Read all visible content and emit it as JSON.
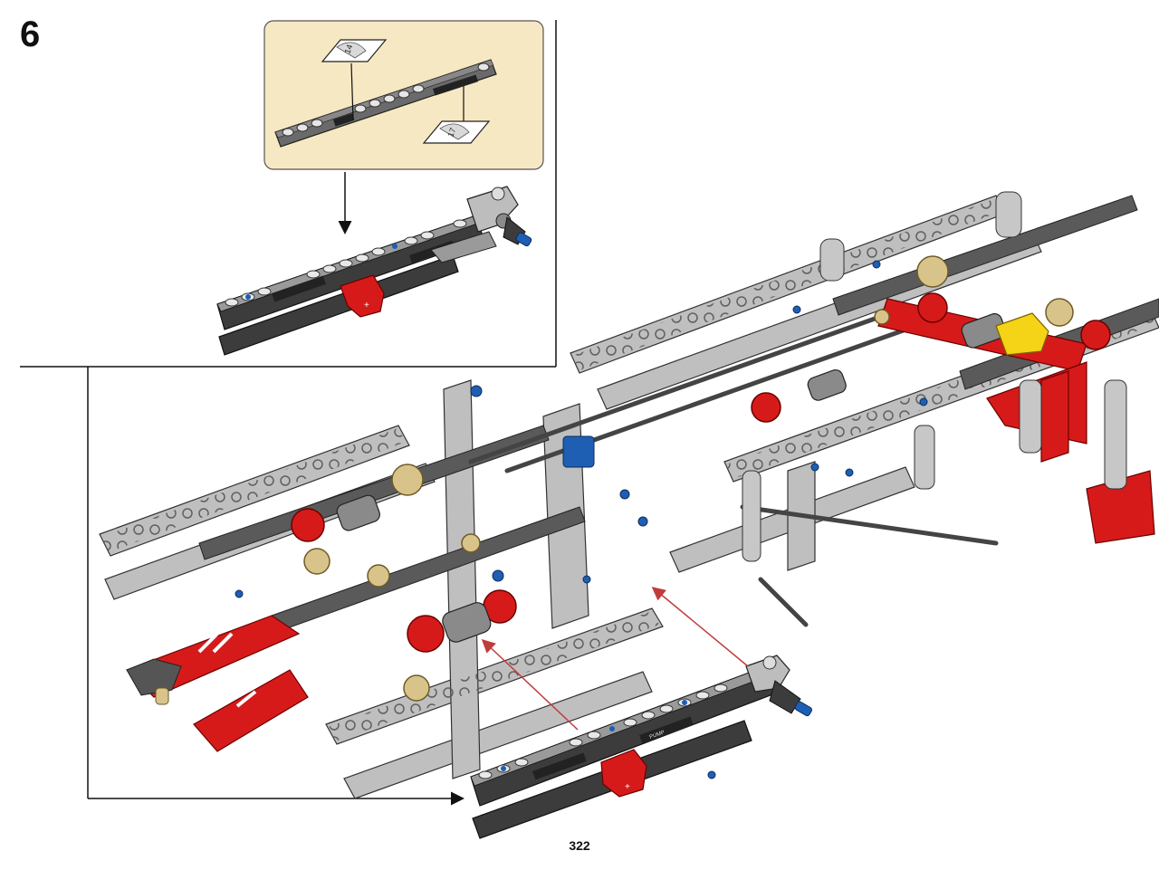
{
  "step": {
    "number": "6"
  },
  "page": {
    "number": "322"
  },
  "callout": {
    "background": "#f7e8c4",
    "stickers": [
      {
        "label": "14"
      },
      {
        "label": "17"
      }
    ]
  },
  "beam": {
    "label": "PUMP"
  },
  "colors": {
    "light_gray": "#b9b9b9",
    "dark_gray": "#4a4a4a",
    "red": "#d61a1a",
    "blue": "#1e5fb4",
    "tan": "#d8c38a",
    "yellow": "#f5d316",
    "arrow_red": "#c23b3b"
  }
}
